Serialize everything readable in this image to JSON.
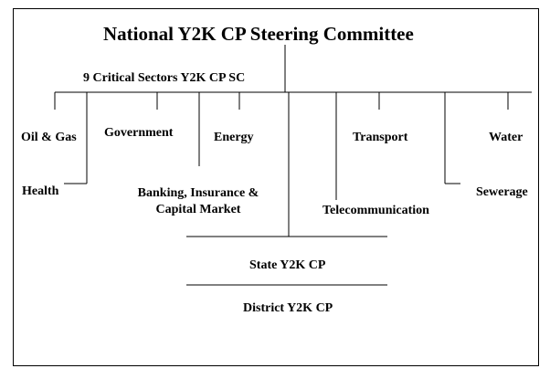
{
  "diagram": {
    "title": "National Y2K CP Steering Committee",
    "subtitle": "9 Critical Sectors Y2K CP SC",
    "sectors": {
      "oil_gas": "Oil & Gas",
      "government": "Government",
      "energy": "Energy",
      "transport": "Transport",
      "water": "Water",
      "health": "Health",
      "banking_line1": "Banking, Insurance &",
      "banking_line2": "Capital Market",
      "sewerage": "Sewerage",
      "telecommunication": "Telecommunication"
    },
    "levels": {
      "state": "State Y2K CP",
      "district": "District Y2K CP"
    },
    "colors": {
      "line": "#000000",
      "background": "#ffffff"
    }
  }
}
